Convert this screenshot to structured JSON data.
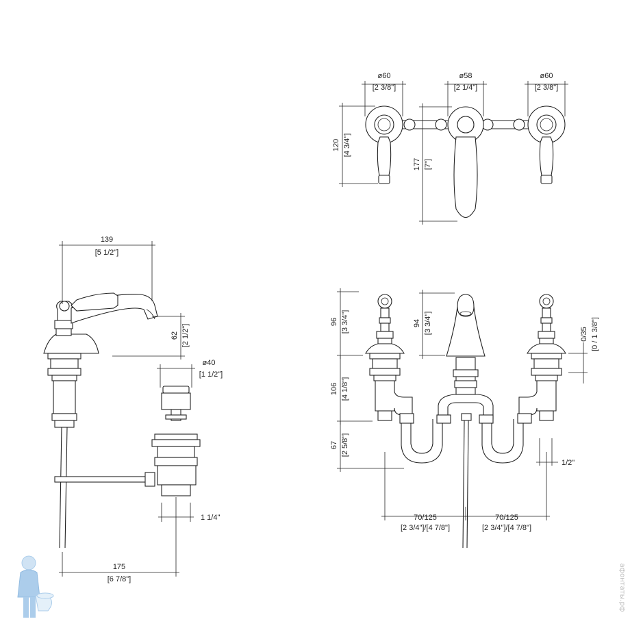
{
  "colors": {
    "line": "#222222",
    "background": "#ffffff",
    "watermark": "#bbbbbb",
    "logo": "#9ec5e8"
  },
  "icons": {
    "logo": "plumber-mascot-icon"
  },
  "top_view": {
    "left_rosette": {
      "mm": "ø60",
      "in": "[2 3/8\"]"
    },
    "center_rosette": {
      "mm": "ø58",
      "in": "[2 1/4\"]"
    },
    "right_rosette": {
      "mm": "ø60",
      "in": "[2 3/8\"]"
    },
    "handle_height": {
      "mm": "120",
      "in": "[4 3/4\"]"
    },
    "lever_height": {
      "mm": "177",
      "in": "[7\"]"
    }
  },
  "side_view": {
    "spout_reach": {
      "mm": "139",
      "in": "[5 1/2\"]"
    },
    "spout_height": {
      "mm": "62",
      "in": "[2 1/2\"]"
    },
    "drain_diameter": {
      "mm": "ø40",
      "in": "[1 1/2\"]"
    },
    "drain_thread": "1 1/4\"",
    "rod_distance": {
      "mm": "175",
      "in": "[6 7/8\"]"
    }
  },
  "front_view": {
    "handle_height": {
      "mm": "96",
      "in": "[3 3/4\"]"
    },
    "spout_height": {
      "mm": "94",
      "in": "[3 3/4\"]"
    },
    "deck_range": {
      "mm": "0/35",
      "in": "[0 / 1 3/8\"]"
    },
    "body_height": {
      "mm": "106",
      "in": "[4 1/8\"]"
    },
    "hose_height": {
      "mm": "67",
      "in": "[2 5/8\"]"
    },
    "connection": "1/2\"",
    "left_spacing": {
      "mm": "70/125",
      "in": "[2 3/4\"]/[4 7/8\"]"
    },
    "right_spacing": {
      "mm": "70/125",
      "in": "[2 3/4\"]/[4 7/8\"]"
    }
  },
  "watermark": "афонтаты.рф"
}
